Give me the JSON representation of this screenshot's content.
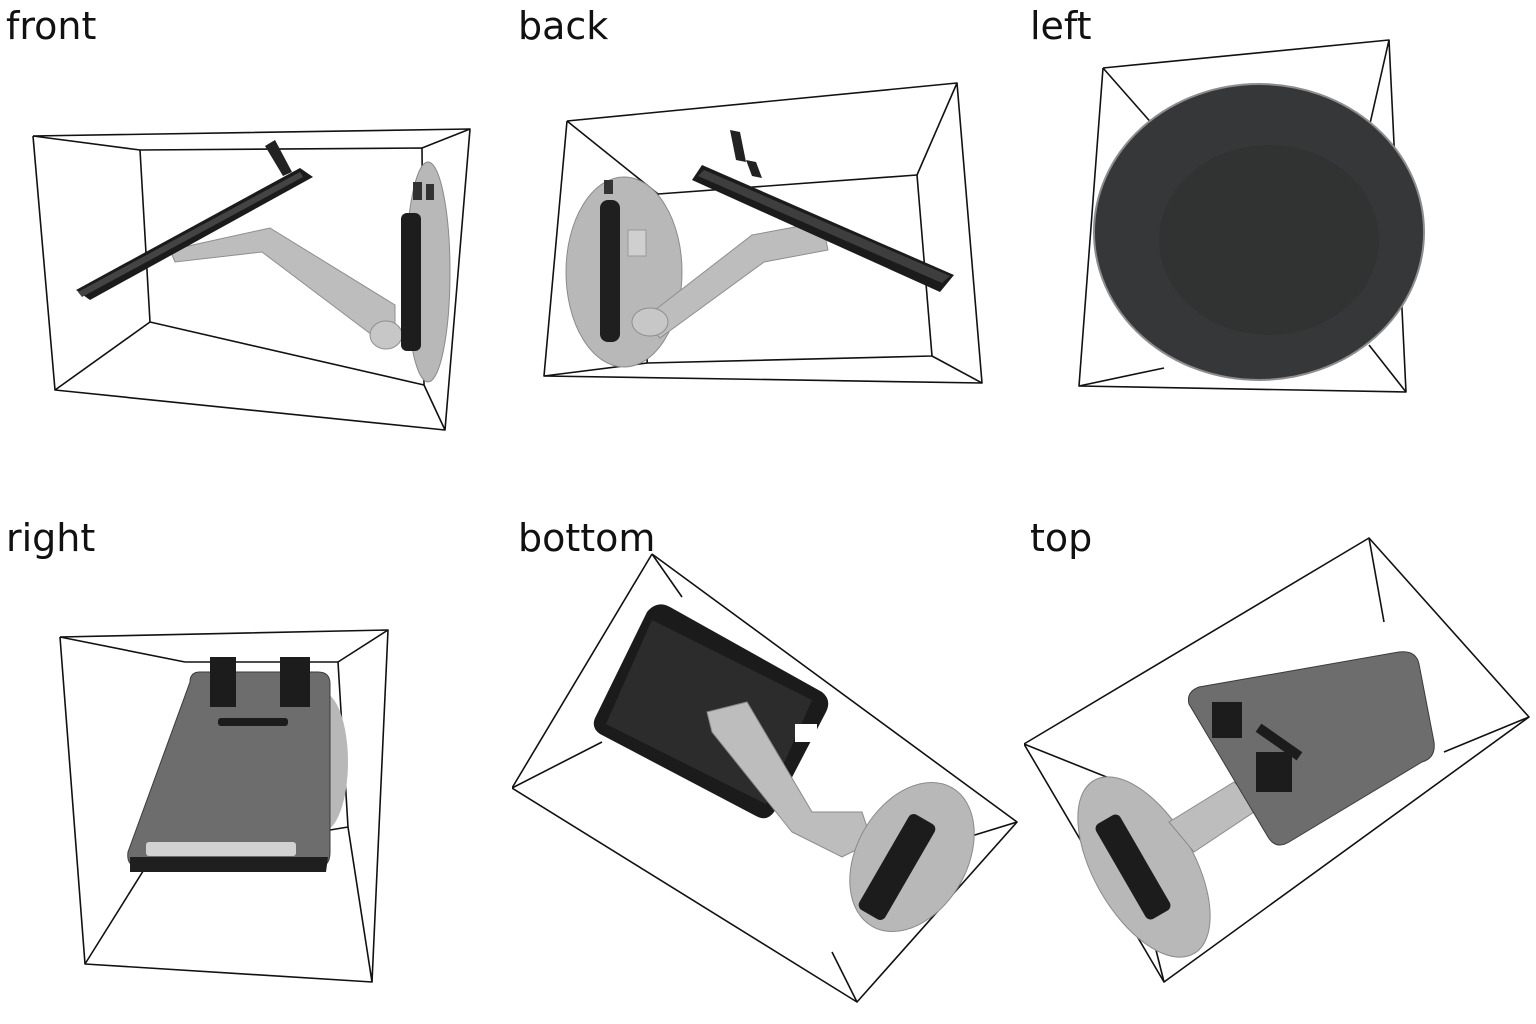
{
  "views": [
    {
      "id": "front",
      "label": "front"
    },
    {
      "id": "back",
      "label": "back"
    },
    {
      "id": "left",
      "label": "left"
    },
    {
      "id": "right",
      "label": "right"
    },
    {
      "id": "bottom",
      "label": "bottom"
    },
    {
      "id": "top",
      "label": "top"
    }
  ],
  "colors": {
    "box_edge": "#111111",
    "panel_dark": "#2b2b2b",
    "panel_black": "#1a1a1a",
    "arm_light": "#bdbdbd",
    "arm_mid": "#a9a9a9",
    "base_gray": "#b8b8b8",
    "disc_dark": "#353738",
    "fabric_gray": "#6d6d6d"
  }
}
